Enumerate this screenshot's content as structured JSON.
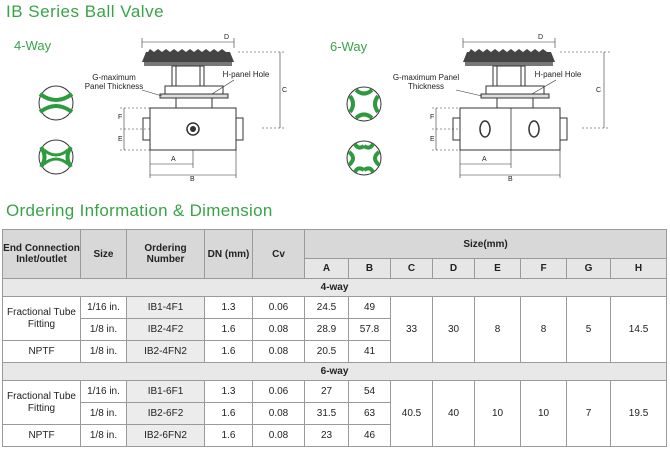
{
  "title": "IB Series Ball Valve",
  "section_title": "Ordering Information & Dimension",
  "figures": {
    "left": {
      "way_label": "4-Way",
      "g_label": "G-maximum Panel Thickness",
      "h_label": "H-panel Hole",
      "dims": {
        "d": "D",
        "c": "C",
        "f": "F",
        "e": "E",
        "a": "A",
        "b": "B"
      }
    },
    "right": {
      "way_label": "6-Way",
      "g_label": "G-maximum Panel Thickness",
      "h_label": "H-panel Hole",
      "dims": {
        "d": "D",
        "c": "C",
        "f": "F",
        "e": "E",
        "a": "A",
        "b": "B"
      }
    },
    "accent_color": "#2e9a3e"
  },
  "table": {
    "headers": {
      "end_connection": "End Connection Inlet/outlet",
      "size": "Size",
      "ordering_number": "Ordering Number",
      "dn": "DN (mm)",
      "cv": "Cv",
      "size_mm": "Size(mm)",
      "dims": [
        "A",
        "B",
        "C",
        "D",
        "E",
        "F",
        "G",
        "H"
      ]
    },
    "groups": [
      {
        "name": "4-way",
        "shared": {
          "c": "33",
          "d": "30",
          "e": "8",
          "f": "8",
          "g": "5",
          "h": "14.5"
        },
        "rows": [
          {
            "conn": "Fractional Tube Fitting",
            "size": "1/16 in.",
            "order": "IB1-4F1",
            "dn": "1.3",
            "cv": "0.06",
            "a": "24.5",
            "b": "49"
          },
          {
            "conn": "",
            "size": "1/8 in.",
            "order": "IB2-4F2",
            "dn": "1.6",
            "cv": "0.08",
            "a": "28.9",
            "b": "57.8"
          },
          {
            "conn": "NPTF",
            "size": "1/8 in.",
            "order": "IB2-4FN2",
            "dn": "1.6",
            "cv": "0.08",
            "a": "20.5",
            "b": "41"
          }
        ]
      },
      {
        "name": "6-way",
        "shared": {
          "c": "40.5",
          "d": "40",
          "e": "10",
          "f": "10",
          "g": "7",
          "h": "19.5"
        },
        "rows": [
          {
            "conn": "Fractional Tube Fitting",
            "size": "1/16 in.",
            "order": "IB1-6F1",
            "dn": "1.3",
            "cv": "0.06",
            "a": "27",
            "b": "54"
          },
          {
            "conn": "",
            "size": "1/8 in.",
            "order": "IB2-6F2",
            "dn": "1.6",
            "cv": "0.08",
            "a": "31.5",
            "b": "63"
          },
          {
            "conn": "NPTF",
            "size": "1/8 in.",
            "order": "IB2-6FN2",
            "dn": "1.6",
            "cv": "0.08",
            "a": "23",
            "b": "46"
          }
        ]
      }
    ]
  }
}
